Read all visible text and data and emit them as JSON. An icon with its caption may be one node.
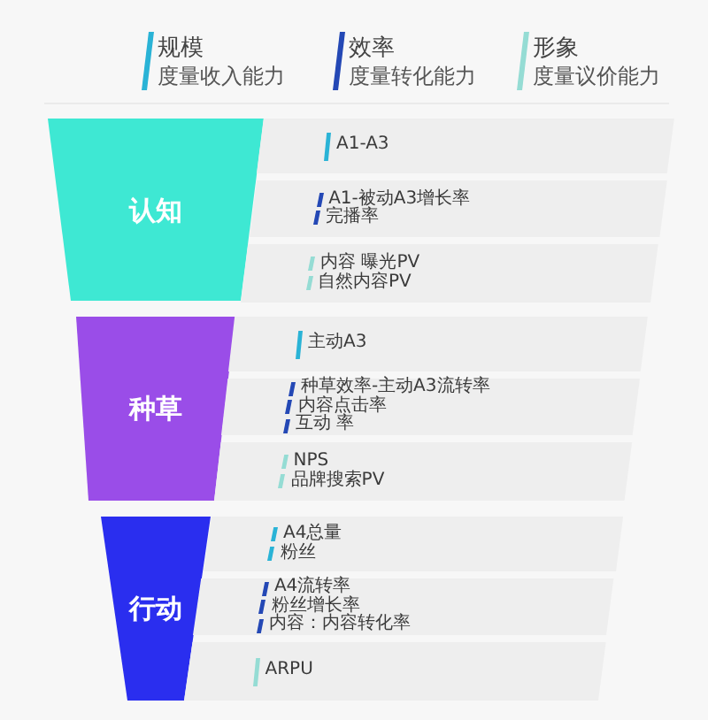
{
  "diagram": {
    "nodes": [
      {
        "text": [
          "认知"
        ]
      },
      {
        "text": [
          "A1-A3"
        ]
      },
      {
        "text": [
          "A1-被动A3增长率",
          "完播率"
        ]
      },
      {
        "text": [
          "内容 曝光PV",
          "自然内容PV"
        ]
      },
      {
        "text": [
          "种草"
        ]
      },
      {
        "text": [
          "主动A3"
        ]
      },
      {
        "text": [
          "种草效率-主动A3流转率",
          "内容点击率",
          "互动 率"
        ]
      },
      {
        "text": [
          "NPS",
          "品牌搜索PV"
        ]
      },
      {
        "text": [
          "行动"
        ]
      },
      {
        "text": [
          "A4总量",
          "粉丝"
        ]
      },
      {
        "text": [
          "A4流转率",
          "粉丝增长率",
          "内容：内容转化率"
        ]
      },
      {
        "text": [
          "ARPU"
        ]
      }
    ],
    "labels": [
      "度量收入能力",
      "度量转化能力",
      "度量议价能力"
    ],
    "legend": [
      {
        "text": "规模",
        "color": "#2ab3d6"
      },
      {
        "text": "效率",
        "color": "#2448b5"
      },
      {
        "text": "形象",
        "color": "#95dcd4"
      }
    ]
  }
}
